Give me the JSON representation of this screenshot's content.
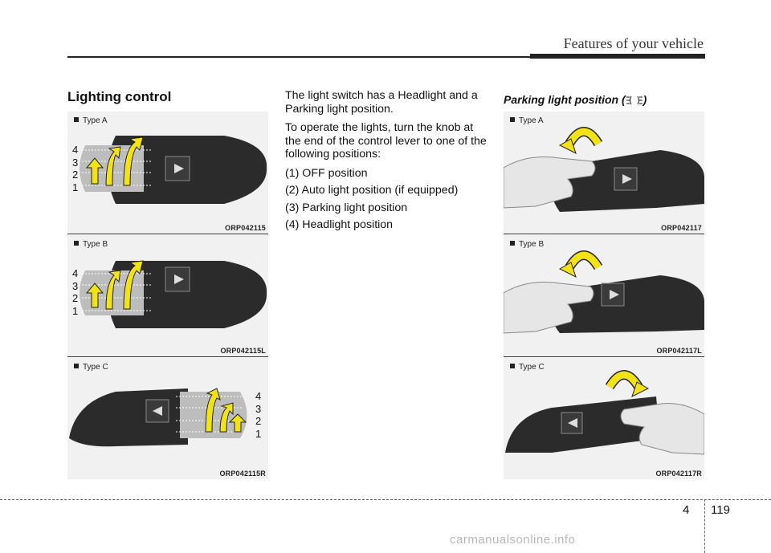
{
  "header": {
    "title": "Features of your vehicle"
  },
  "section": {
    "title": "Lighting control",
    "intro": "The light switch has a Headlight and a Parking light position.",
    "instruction": "To operate the lights, turn the knob at the end of the control lever to one of the following positions:",
    "positions": [
      "(1) OFF position",
      "(2) Auto light position (if equipped)",
      "(3) Parking light position",
      "(4) Headlight position"
    ]
  },
  "parking": {
    "title_prefix": "Parking light position (",
    "title_suffix": ")",
    "icon": "parking-light-icon"
  },
  "figures_left": [
    {
      "type_label": "Type A",
      "code": "ORP042115",
      "numbers": [
        "4",
        "3",
        "2",
        "1"
      ]
    },
    {
      "type_label": "Type B",
      "code": "ORP042115L",
      "numbers": [
        "4",
        "3",
        "2",
        "1"
      ]
    },
    {
      "type_label": "Type C",
      "code": "ORP042115R",
      "numbers": [
        "4",
        "3",
        "2",
        "1"
      ]
    }
  ],
  "figures_right": [
    {
      "type_label": "Type A",
      "code": "ORP042117"
    },
    {
      "type_label": "Type B",
      "code": "ORP042117L"
    },
    {
      "type_label": "Type C",
      "code": "ORP042117R"
    }
  ],
  "footer": {
    "section": "4",
    "page": "119",
    "watermark": "carmanualsonline.info"
  },
  "colors": {
    "lever": "#2b2b2b",
    "arrow": "#f2e318",
    "hand": "#e6e6e6"
  }
}
